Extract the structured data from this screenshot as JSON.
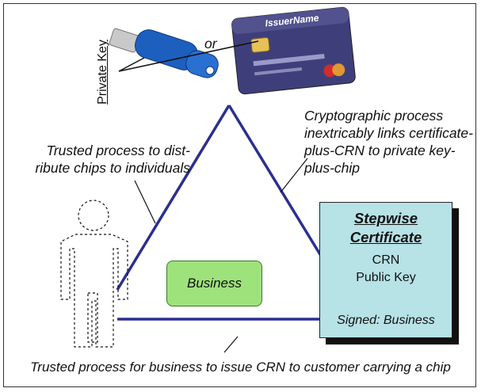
{
  "diagram": {
    "or_label": "or",
    "private_key_label": "Private Key",
    "distribute_label": "Trusted process to dist-ribute chips to individuals",
    "crypto_label": "Cryptographic process inextricably links certificate-plus-CRN to private key-plus-chip",
    "issue_label": "Trusted process for business to issue CRN to customer carrying a chip",
    "business_label": "Business",
    "card_issuer_text": "IssuerName",
    "certificate": {
      "title_line1": "Stepwise",
      "title_line2": "Certificate",
      "crn": "CRN",
      "public_key": "Public Key",
      "signed": "Signed: Business"
    },
    "colors": {
      "triangle_line": "#2b2f8f",
      "business_fill": "#9ee27c",
      "certificate_fill": "#b7e2e6",
      "usb_body": "#1d5fbf"
    }
  }
}
